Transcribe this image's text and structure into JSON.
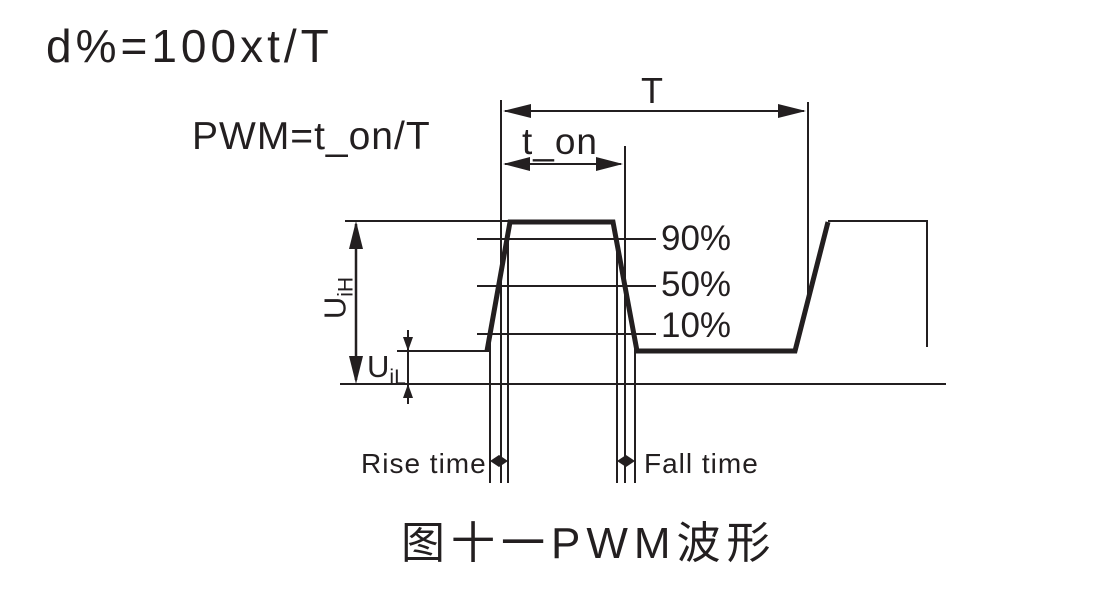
{
  "colors": {
    "ink": "#231f20",
    "background": "#ffffff"
  },
  "formulas": {
    "duty_cycle": "d%=100xt/T",
    "pwm": "PWM=t_on/T"
  },
  "dimensions": {
    "period_label": "T",
    "on_time_label": "t_on"
  },
  "levels": {
    "p90": "90%",
    "p50": "50%",
    "p10": "10%"
  },
  "voltages": {
    "high_base": "U",
    "high_sub": "iH",
    "low_base": "U",
    "low_sub": "iL"
  },
  "timing": {
    "rise_label": "Rise time",
    "fall_label": "Fall time"
  },
  "caption": "图十一PWM波形"
}
